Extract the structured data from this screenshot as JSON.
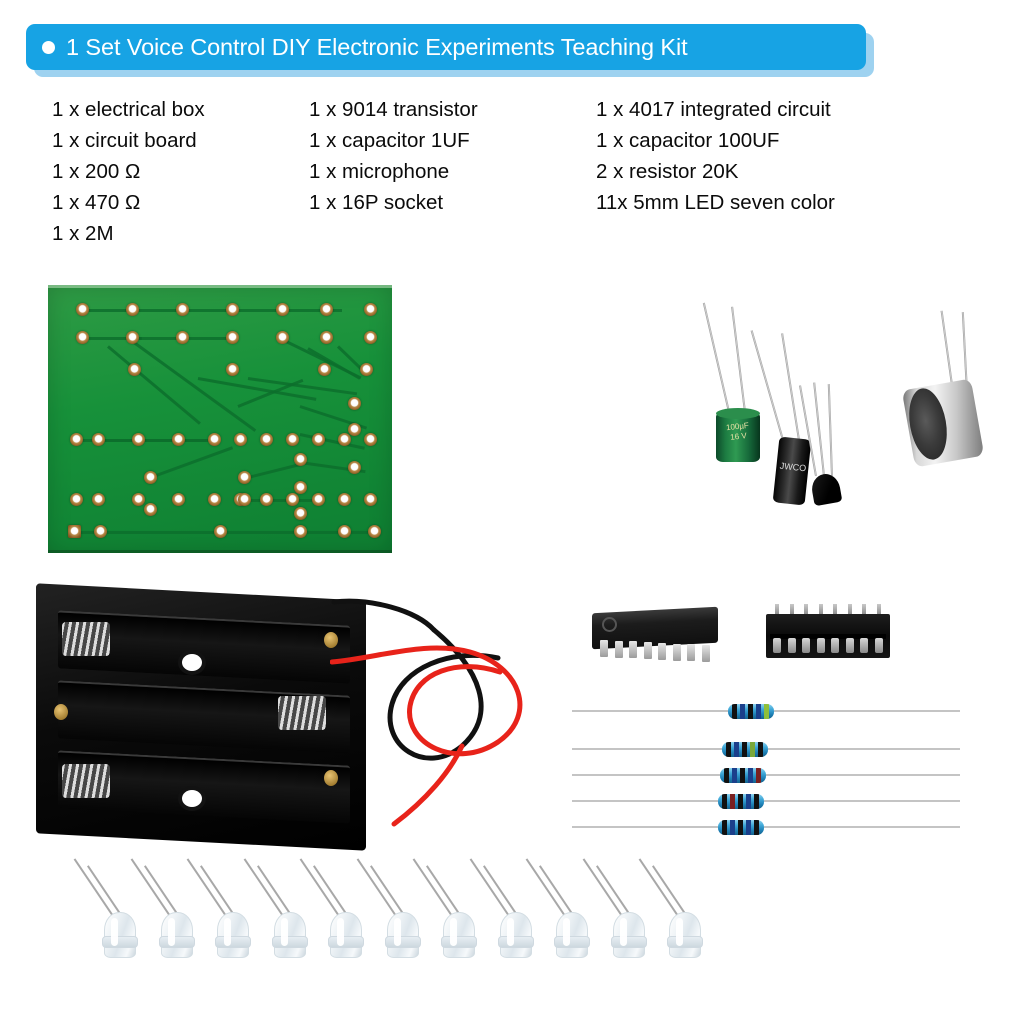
{
  "header": {
    "bullet_icon": "bullet-dot-icon",
    "title": "1 Set Voice Control DIY Electronic Experiments Teaching Kit",
    "banner_color": "#17a3e4",
    "banner_shadow_color": "#9ed2f0",
    "text_color": "#ffffff"
  },
  "spec_list": {
    "column1": [
      "1 x electrical box",
      "1 x circuit board",
      "1 x 200 Ω",
      "1 x 470 Ω",
      "1 x 2M"
    ],
    "column2": [
      "1 x 9014 transistor",
      "1 x capacitor 1UF",
      "1 x microphone",
      "1 x 16P socket"
    ],
    "column3": [
      "1 x 4017 integrated circuit",
      "1 x capacitor 100UF",
      "2 x resistor 20K",
      "11x 5mm LED seven color"
    ]
  },
  "photo": {
    "pcb": {
      "name": "circuit-board",
      "color": "#17913a",
      "pad_color": "#8d5f26"
    },
    "capacitor_green": {
      "name": "capacitor-100uf",
      "label_line1": "100µF",
      "label_line2": "16 V",
      "color": "#2f9a52"
    },
    "capacitor_black": {
      "name": "capacitor-1uf",
      "label": "JWCO",
      "color": "#1a1a1a"
    },
    "transistor": {
      "name": "transistor-9014",
      "color": "#000000",
      "pins": 3
    },
    "microphone": {
      "name": "electret-microphone",
      "color": "#d8d8d8"
    },
    "battery_holder": {
      "name": "battery-holder-3aa",
      "color": "#0a0a0a",
      "cells": 3,
      "wire_red": "#e8231a",
      "wire_black": "#111111"
    },
    "ic": {
      "name": "ic-4017",
      "color": "#1c1c1c",
      "pins_per_side": 8
    },
    "socket": {
      "name": "dip-socket-16p",
      "color": "#0a0a0a",
      "pins_per_side": 8
    },
    "resistors": {
      "name": "resistor-set",
      "count": 5,
      "body_color": "#3fa8d8",
      "items": [
        {
          "bands": [
            "#111111",
            "#1b3f8b",
            "#111111",
            "#1b3f8b",
            "#8fbf3a"
          ]
        },
        {
          "bands": [
            "#111111",
            "#1b3f8b",
            "#111111",
            "#7aa83a",
            "#111111"
          ]
        },
        {
          "bands": [
            "#111111",
            "#1b3f8b",
            "#111111",
            "#1b3f8b",
            "#7a2020"
          ]
        },
        {
          "bands": [
            "#111111",
            "#7a2020",
            "#111111",
            "#1b3f8b",
            "#111111"
          ]
        },
        {
          "bands": [
            "#111111",
            "#1b3f8b",
            "#111111",
            "#1b3f8b",
            "#111111"
          ]
        }
      ]
    },
    "leds": {
      "name": "led-set",
      "count": 11,
      "color": "#eef3f6",
      "size": "5mm"
    }
  }
}
